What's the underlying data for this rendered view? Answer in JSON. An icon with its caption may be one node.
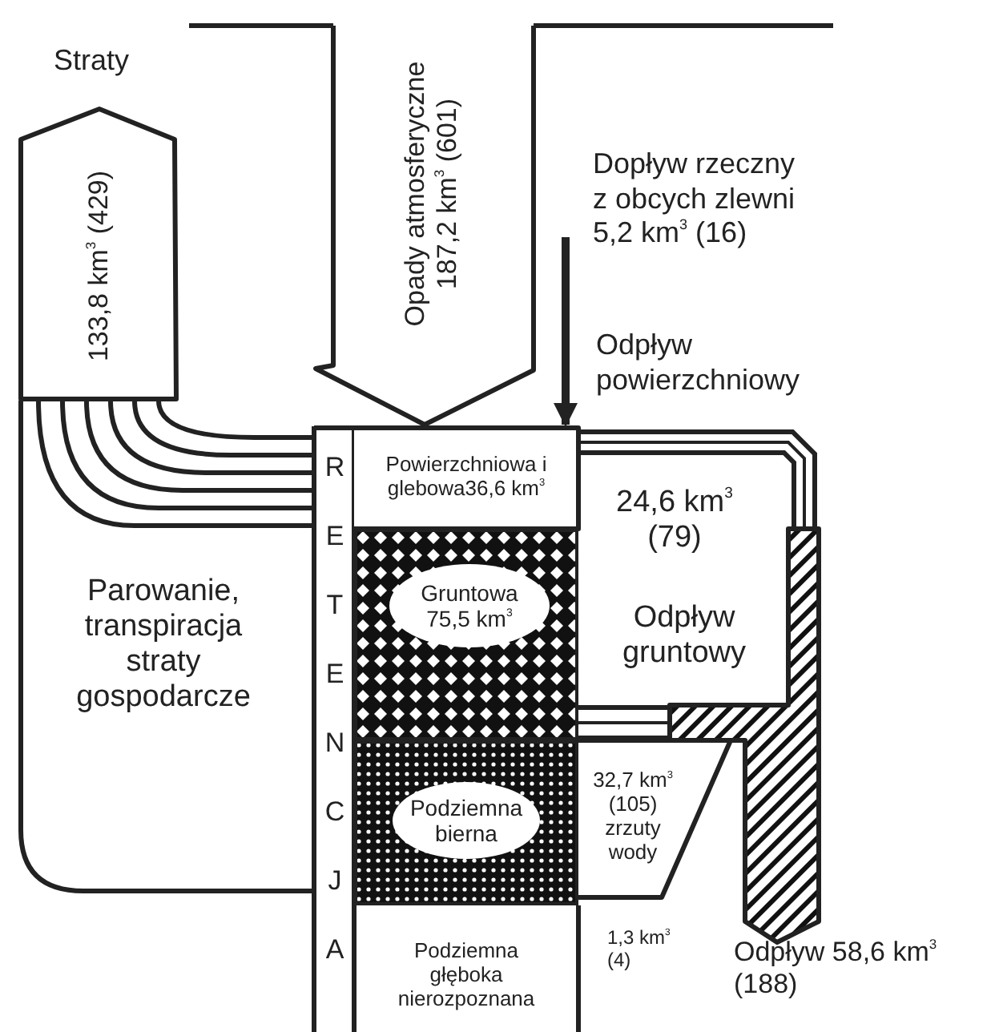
{
  "diagram": {
    "nodes": [
      {
        "text": [
          "Opady atmosferyczne 187,2 km$^{3}$ (601)"
        ]
      },
      {
        "text": [
          "133,8 km$^{3}$ (429)"
        ],
        "beside": [
          "Straty"
        ]
      },
      {
        "text": [
          "Parowanie, transpiracja straty gospodarcze"
        ]
      },
      {
        "text": [
          "RETENCJA"
        ]
      },
      {
        "text": [
          "Powierzchniowa i glebowa36,6 km$^{3}$"
        ]
      },
      {
        "text": [
          "Gruntowa 75,5 km$^{3}$"
        ]
      },
      {
        "text": [
          "Podziemna bierna"
        ]
      },
      {
        "text": [
          "Podziemna głęboka nierozpoznana"
        ]
      },
      {
        "text": [
          "24,6 km$^{3}$ (79)",
          "Odpływ gruntowy"
        ]
      },
      {
        "text": [
          "32,7 km$^{3}$ (105) zrzuty wody"
        ]
      },
      {
        "text": [],
        "shape": "arrow",
        "beside": [
          "Odpływ 58,6 km$^{3}$ (188)"
        ]
      }
    ],
    "edges": [
      {
        "from": null,
        "to": 4,
        "arrow": "to"
      },
      {
        "from": 4,
        "to": 10,
        "arrow": "none"
      },
      {
        "from": 5,
        "to": 10,
        "arrow": "none"
      }
    ],
    "labels": [
      "Dopływ rzeczny z obcych zlewni 5,2 km$^{3}$ (16)",
      "Odpływ powierzchniowy",
      "1,3 km$^{3}$ (4)"
    ]
  }
}
